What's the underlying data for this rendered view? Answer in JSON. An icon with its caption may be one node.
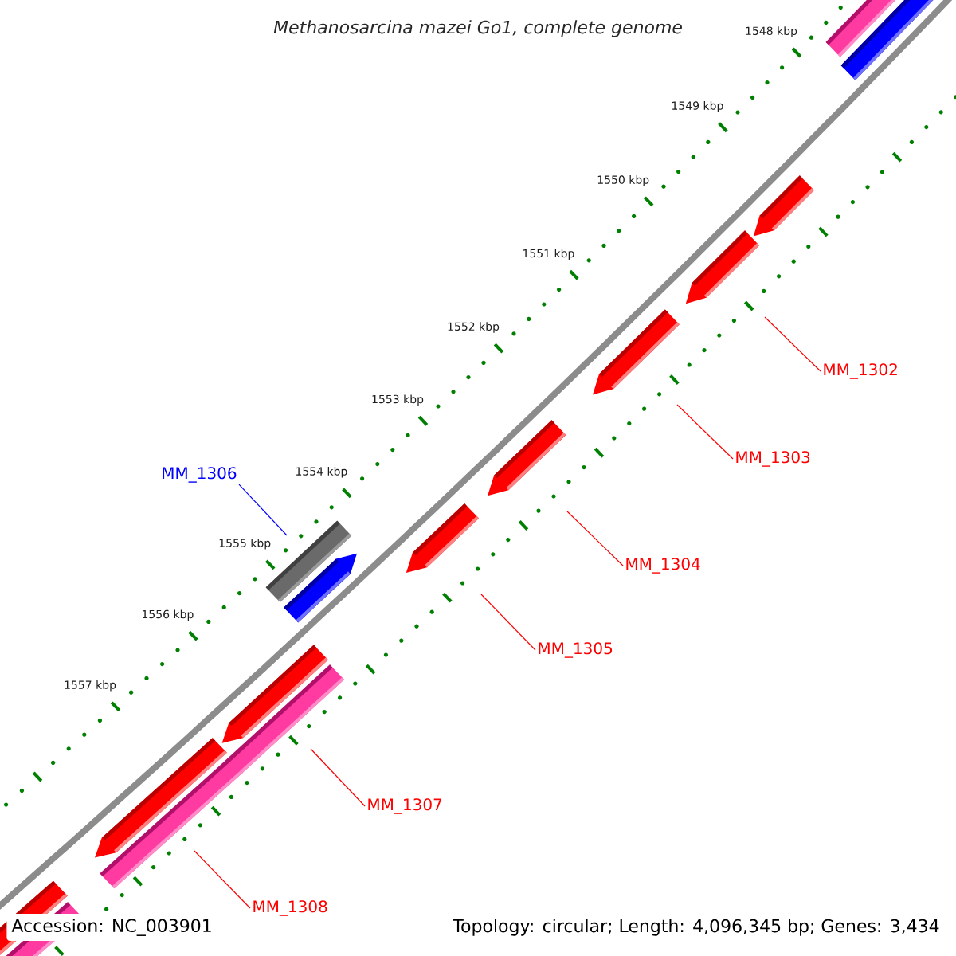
{
  "diagram": {
    "title": "Methanosarcina mazei Go1, complete genome",
    "nodes": [
      {
        "text": [
          "MM_1302"
        ]
      },
      {
        "text": [
          "MM_1303"
        ]
      },
      {
        "text": [
          "MM_1306"
        ]
      },
      {
        "text": [
          "MM_1304"
        ]
      },
      {
        "text": [
          "MM_1305"
        ]
      },
      {
        "text": [
          "MM_1307"
        ]
      },
      {
        "text": [
          "MM_1308"
        ]
      }
    ],
    "edges": [
      {
        "from": 0,
        "to": null,
        "arrow": "none"
      },
      {
        "from": 1,
        "to": null,
        "arrow": "none"
      },
      {
        "from": 2,
        "to": null,
        "arrow": "none",
        "color": "#0000ff"
      },
      {
        "from": 3,
        "to": null,
        "arrow": "none"
      },
      {
        "from": 4,
        "to": null,
        "arrow": "none"
      },
      {
        "from": 5,
        "to": null,
        "arrow": "none"
      },
      {
        "from": 6,
        "to": null,
        "arrow": "none"
      }
    ],
    "labels": [
      "1548 kbp",
      "1549 kbp",
      "1550 kbp",
      "1551 kbp",
      "1552 kbp",
      "1553 kbp",
      "1554 kbp",
      "1555 kbp",
      "1556 kbp",
      "1557 kbp",
      "Accession: NC_003901",
      "Topology: circular; Length: 4,096,345 bp; Genes: 3,434"
    ]
  }
}
